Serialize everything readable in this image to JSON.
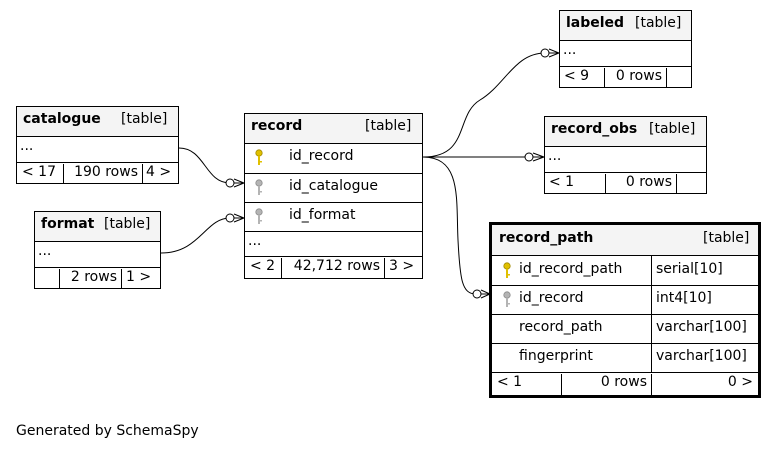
{
  "tables": {
    "labeled": {
      "name": "labeled",
      "kind": "[table]",
      "ellipsis": "...",
      "parents": "< 9",
      "rows": "0 rows",
      "children": ""
    },
    "catalogue": {
      "name": "catalogue",
      "kind": "[table]",
      "ellipsis": "...",
      "parents": "< 17",
      "rows": "190 rows",
      "children": "4 >"
    },
    "record": {
      "name": "record",
      "kind": "[table]",
      "columns": [
        {
          "name": "id_record",
          "key": "primary"
        },
        {
          "name": "id_catalogue",
          "key": "foreign"
        },
        {
          "name": "id_format",
          "key": "foreign"
        }
      ],
      "ellipsis": "...",
      "parents": "< 2",
      "rows": "42,712 rows",
      "children": "3 >"
    },
    "record_obs": {
      "name": "record_obs",
      "kind": "[table]",
      "ellipsis": "...",
      "parents": "< 1",
      "rows": "0 rows",
      "children": ""
    },
    "format": {
      "name": "format",
      "kind": "[table]",
      "ellipsis": "...",
      "parents": "",
      "rows": "2 rows",
      "children": "1 >"
    },
    "record_path": {
      "name": "record_path",
      "kind": "[table]",
      "columns": [
        {
          "name": "id_record_path",
          "type": "serial[10]",
          "key": "primary"
        },
        {
          "name": "id_record",
          "type": "int4[10]",
          "key": "foreign"
        },
        {
          "name": "record_path",
          "type": "varchar[100]",
          "key": ""
        },
        {
          "name": "fingerprint",
          "type": "varchar[100]",
          "key": ""
        }
      ],
      "parents": "< 1",
      "rows": "0 rows",
      "children": "0 >"
    }
  },
  "footer": "Generated by SchemaSpy",
  "colors": {
    "primary_key": "#e0c000",
    "foreign_key": "#b4b4b4",
    "header_bg": "#f4f4f4"
  }
}
